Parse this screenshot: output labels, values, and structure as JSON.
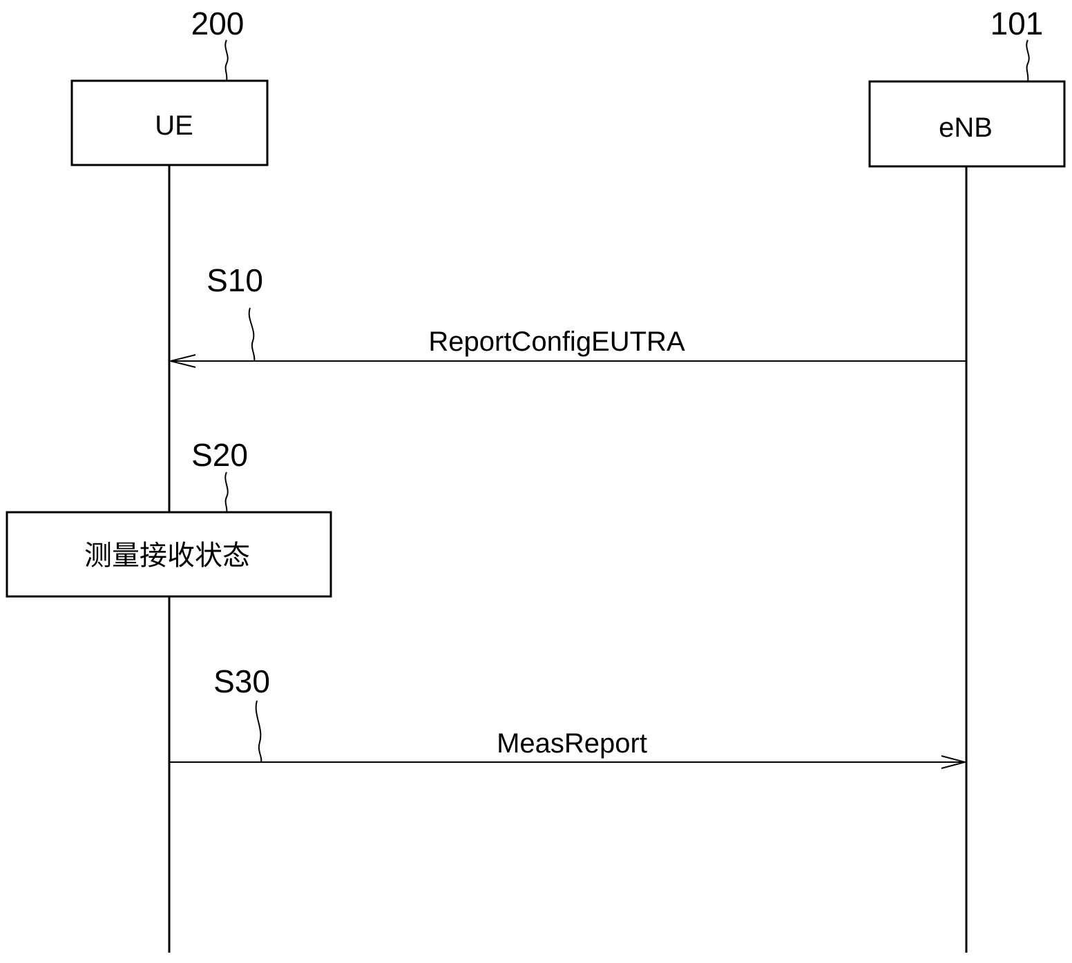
{
  "participants": [
    {
      "id": "ue",
      "name": "UE",
      "ref": "200"
    },
    {
      "id": "enb",
      "name": "eNB",
      "ref": "101"
    }
  ],
  "steps": [
    {
      "id": "s10",
      "label": "S10",
      "message": "ReportConfigEUTRA",
      "from": "eNB",
      "to": "UE"
    },
    {
      "id": "s20",
      "label": "S20",
      "process": "测量接收状态"
    },
    {
      "id": "s30",
      "label": "S30",
      "message": "MeasReport",
      "from": "UE",
      "to": "eNB"
    }
  ]
}
